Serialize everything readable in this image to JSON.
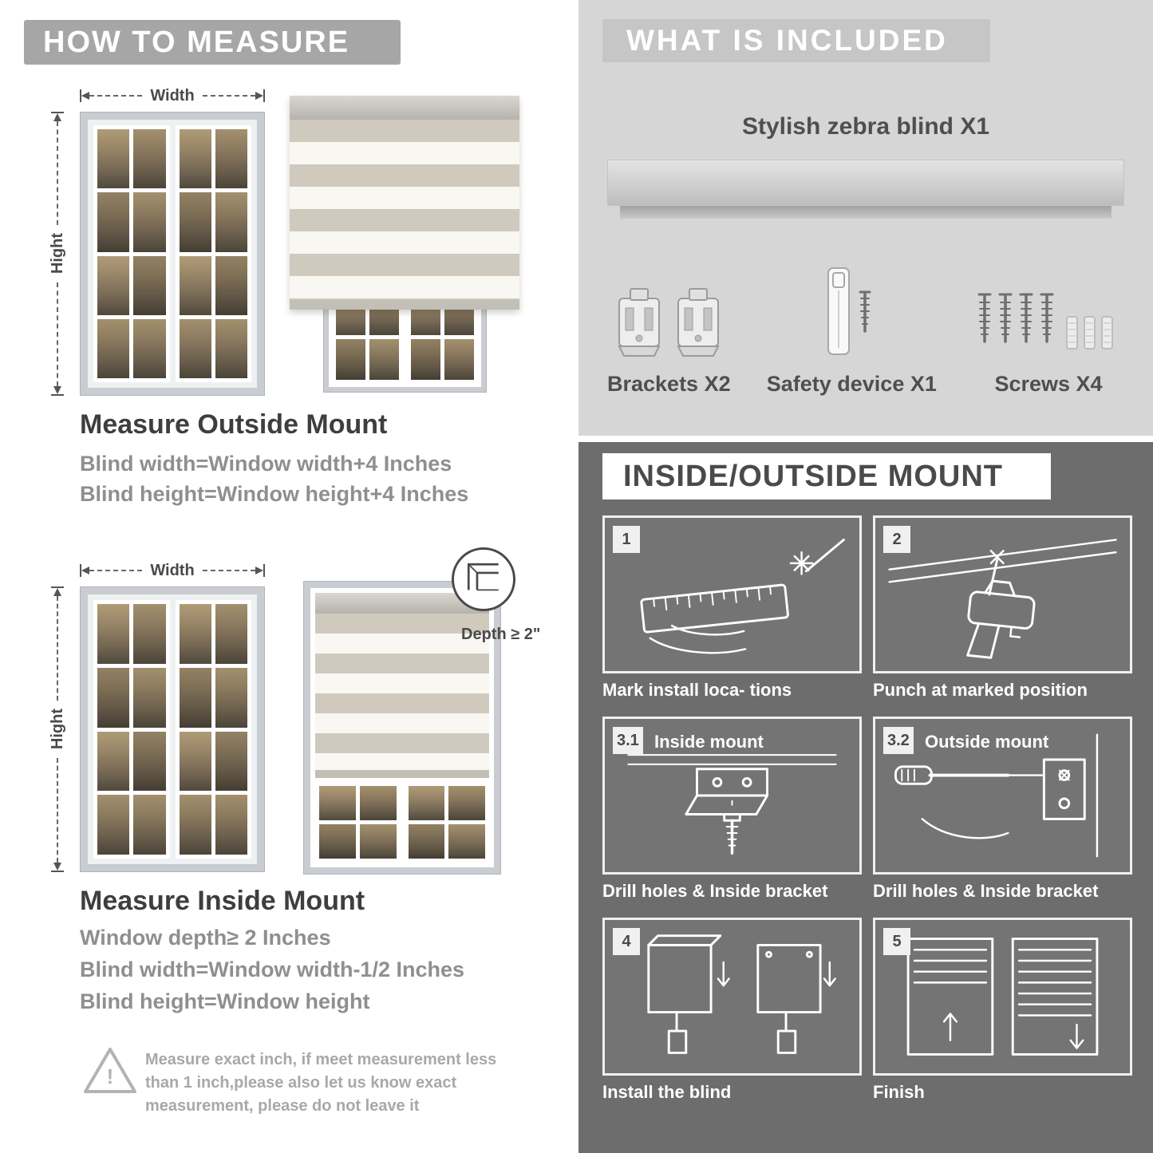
{
  "colors": {
    "light_panel": "#d6d6d6",
    "dark_panel": "#6d6d6d",
    "banner_gray": "#a6a6a6",
    "banner_light": "#c6c6c6",
    "stripe_beige": "#cfcabd"
  },
  "left": {
    "header": "HOW TO MEASURE",
    "labels": {
      "width": "Width",
      "height": "Hight"
    },
    "outside": {
      "title": "Measure Outside Mount",
      "line1": "Blind width=Window width+4 Inches",
      "line2": "Blind height=Window height+4 Inches"
    },
    "inside": {
      "depth_label": "Depth ≥ 2\"",
      "title": "Measure Inside Mount",
      "line1": "Window depth≥ 2 Inches",
      "line2": "Blind width=Window width-1/2 Inches",
      "line3": "Blind height=Window height"
    },
    "warning": {
      "mark": "!",
      "text": "Measure exact inch, if meet measurement less than 1 inch,please also let us know exact measurement, please do not leave it"
    }
  },
  "included": {
    "header": "WHAT IS INCLUDED",
    "blind_label": "Stylish zebra blind X1",
    "items": [
      {
        "label": "Brackets X2"
      },
      {
        "label": "Safety device X1"
      },
      {
        "label": "Screws X4"
      }
    ]
  },
  "mount": {
    "header": "INSIDE/OUTSIDE MOUNT",
    "steps": [
      {
        "num": "1",
        "label": "",
        "caption": "Mark install loca- tions"
      },
      {
        "num": "2",
        "label": "",
        "caption": "Punch at  marked position"
      },
      {
        "num": "3.1",
        "label": "Inside mount",
        "caption": "Drill holes &  Inside bracket"
      },
      {
        "num": "3.2",
        "label": "Outside mount",
        "caption": "Drill holes &  Inside bracket"
      },
      {
        "num": "4",
        "label": "",
        "caption": "Install the blind"
      },
      {
        "num": "5",
        "label": "",
        "caption": "Finish"
      }
    ]
  }
}
